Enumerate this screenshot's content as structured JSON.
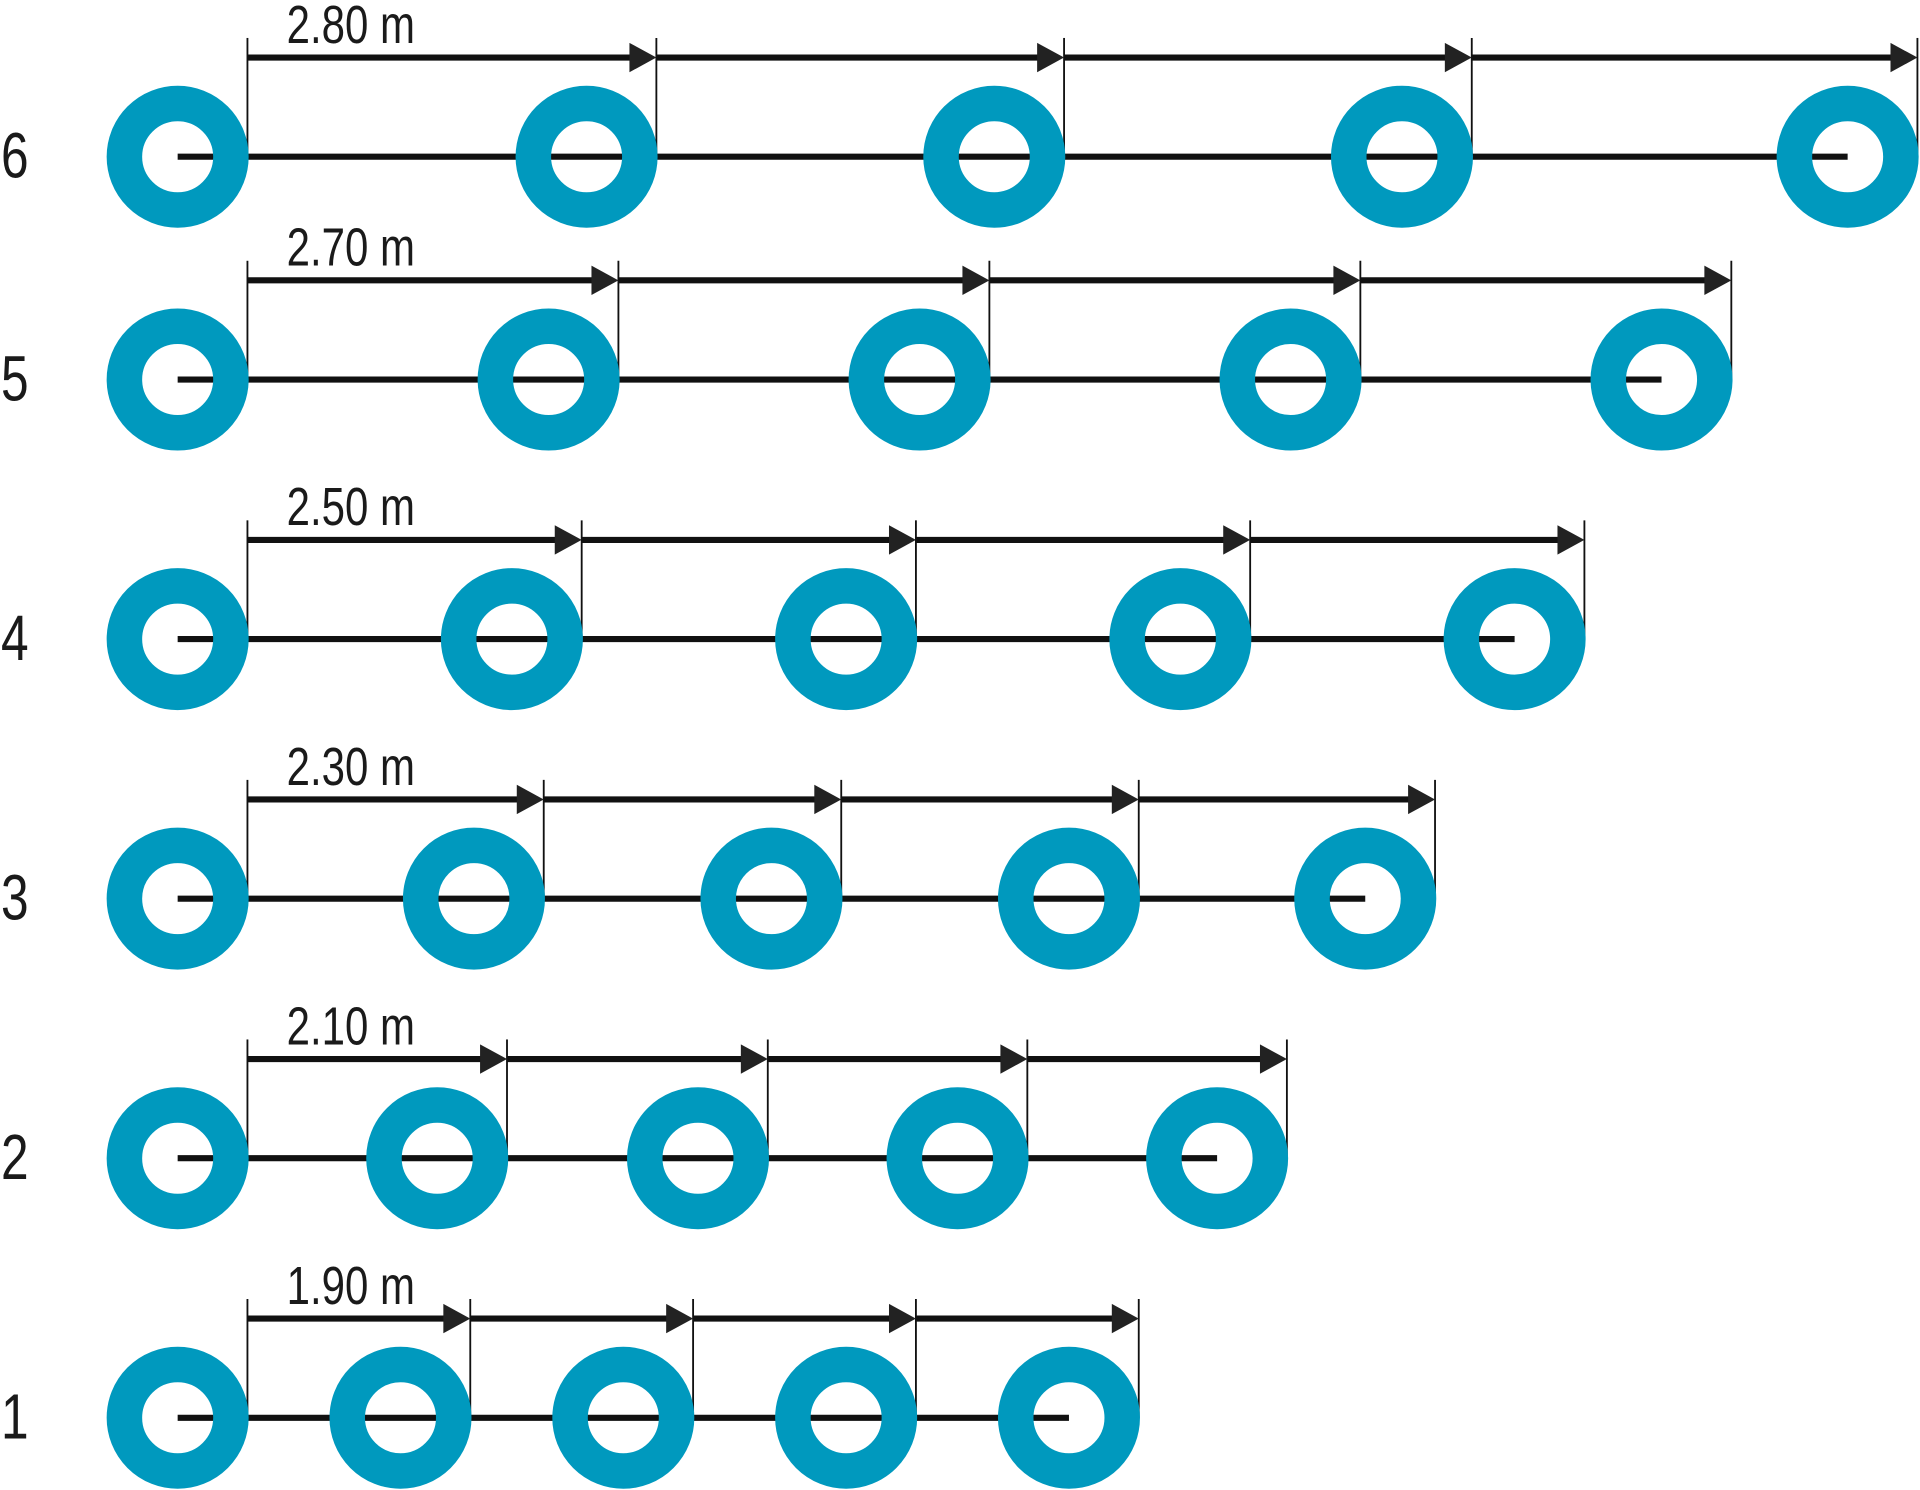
{
  "colors": {
    "ring": "#0099be",
    "line": "#111111"
  },
  "rows": [
    {
      "number": "6",
      "spacing_label": "2.80 m",
      "spacing_m": 2.8,
      "rings": 5
    },
    {
      "number": "5",
      "spacing_label": "2.70 m",
      "spacing_m": 2.7,
      "rings": 5
    },
    {
      "number": "4",
      "spacing_label": "2.50 m",
      "spacing_m": 2.5,
      "rings": 5
    },
    {
      "number": "3",
      "spacing_label": "2.30 m",
      "spacing_m": 2.3,
      "rings": 5
    },
    {
      "number": "2",
      "spacing_label": "2.10 m",
      "spacing_m": 2.1,
      "rings": 5
    },
    {
      "number": "1",
      "spacing_label": "1.90 m",
      "spacing_m": 1.9,
      "rings": 5
    }
  ]
}
